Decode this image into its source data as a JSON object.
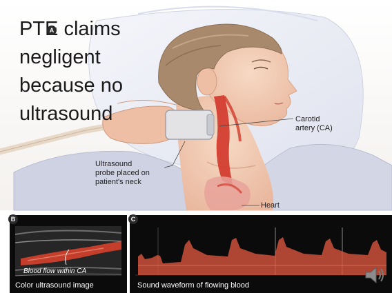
{
  "slide": {
    "title_lines": [
      "PTE claims",
      "negligent",
      "because no",
      "ultrasound"
    ]
  },
  "illustration": {
    "badge_a": "A",
    "badge_b": "B",
    "badge_c": "C",
    "label_carotid": [
      "Carotid",
      "artery (CA)"
    ],
    "label_probe": [
      "Ultrasound",
      "probe placed on",
      "patient's neck"
    ],
    "label_heart": "Heart"
  },
  "panel_b": {
    "inner_caption": "Blood flow within CA",
    "caption": "Color ultrasound image"
  },
  "panel_c": {
    "caption": "Sound waveform of flowing blood"
  },
  "icons": {
    "audio": "speaker-icon"
  },
  "colors": {
    "skin": "#f2cdb3",
    "hair": "#a9896c",
    "artery": "#d23a2c",
    "panel_bg": "#0b0b0b",
    "waveform": "#d8553f"
  }
}
